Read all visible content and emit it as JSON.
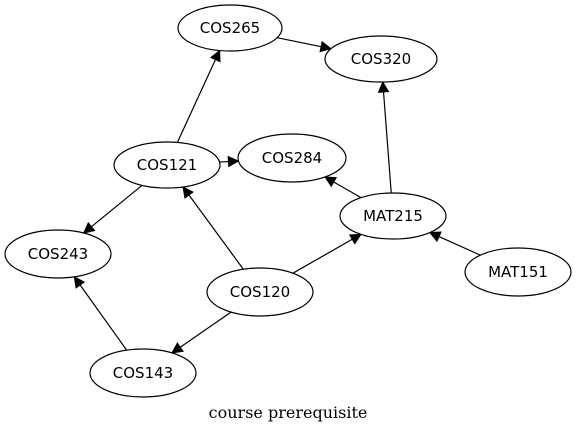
{
  "caption": "course prerequisite",
  "nodes": {
    "cos265": "COS265",
    "cos320": "COS320",
    "cos121": "COS121",
    "cos284": "COS284",
    "mat215": "MAT215",
    "cos243": "COS243",
    "cos120": "COS120",
    "mat151": "MAT151",
    "cos143": "COS143"
  },
  "edges": [
    {
      "from": "COS265",
      "to": "COS320"
    },
    {
      "from": "COS121",
      "to": "COS265"
    },
    {
      "from": "COS121",
      "to": "COS284"
    },
    {
      "from": "COS121",
      "to": "COS243"
    },
    {
      "from": "COS120",
      "to": "COS121"
    },
    {
      "from": "COS120",
      "to": "MAT215"
    },
    {
      "from": "COS120",
      "to": "COS143"
    },
    {
      "from": "COS143",
      "to": "COS243"
    },
    {
      "from": "MAT215",
      "to": "COS284"
    },
    {
      "from": "MAT215",
      "to": "COS320"
    },
    {
      "from": "MAT151",
      "to": "MAT215"
    }
  ]
}
